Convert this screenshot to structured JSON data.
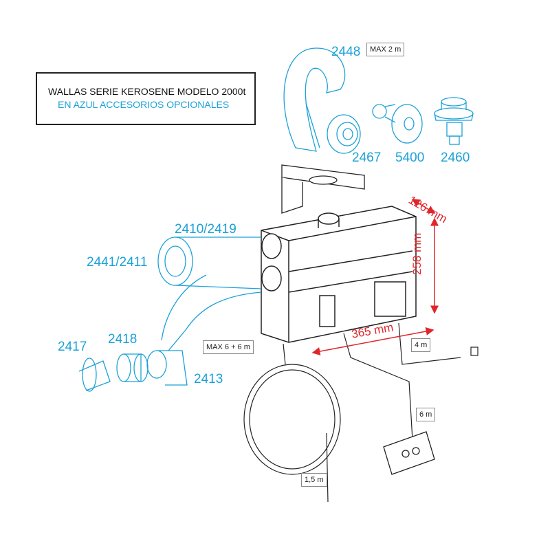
{
  "title": {
    "line1": "WALLAS SERIE KEROSENE MODELO 2000t",
    "line2": "EN AZUL ACCESORIOS OPCIONALES"
  },
  "colors": {
    "accessory": "#1ba1d8",
    "dimension": "#e0262b",
    "heater": "#222222"
  },
  "parts": [
    {
      "id": "2448"
    },
    {
      "id": "2467"
    },
    {
      "id": "5400"
    },
    {
      "id": "2460"
    },
    {
      "id": "2410/2419"
    },
    {
      "id": "2441/2411"
    },
    {
      "id": "2417"
    },
    {
      "id": "2418"
    },
    {
      "id": "2413"
    }
  ],
  "notes": {
    "exhaust_max": "MAX 2 m",
    "duct_max": "MAX 6 + 6 m",
    "cable_4m": "4 m",
    "cable_6m": "6 m",
    "fuel_line": "1,5 m"
  },
  "dimensions": {
    "depth": "126 mm",
    "height": "258 mm",
    "width": "365 mm"
  }
}
